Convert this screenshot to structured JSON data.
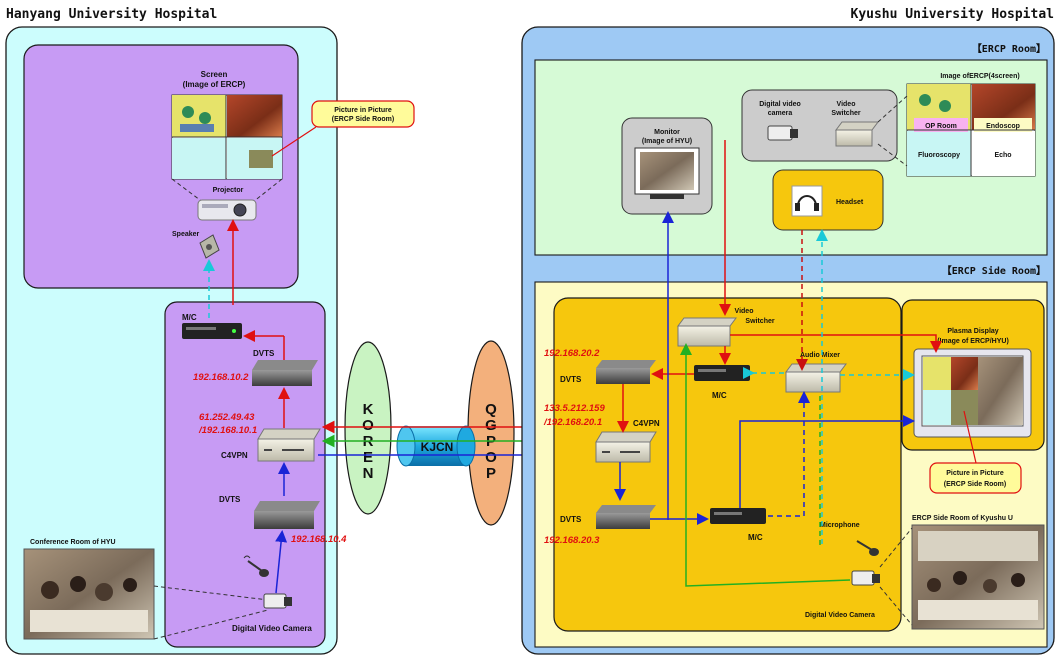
{
  "hyu": {
    "title": "Hanyang University Hospital",
    "screen_label_1": "Screen",
    "screen_label_2": "(Image of ERCP)",
    "pip_callout_1": "Picture in Picture",
    "pip_callout_2": "(ERCP Side Room)",
    "projector": "Projector",
    "speaker": "Speaker",
    "mc": "M/C",
    "dvts_top": "DVTS",
    "dvts_top_ip": "192.168.10.2",
    "c4vpn_ip_1": "61.252.49.43",
    "c4vpn_ip_2": "/192.168.10.1",
    "c4vpn": "C4VPN",
    "dvts_bottom": "DVTS",
    "dvts_bottom_ip": "192.168.10.4",
    "conference_room": "Conference Room of HYU",
    "camera": "Digital Video Camera"
  },
  "network": {
    "koren": "KOREN",
    "kjcn": "KJCN",
    "qgpop": "QGPOP"
  },
  "kyushu": {
    "title": "Kyushu University Hospital",
    "ercp_room": "【ERCP Room】",
    "side_room": "【ERCP Side Room】",
    "monitor_1": "Monitor",
    "monitor_2": "(Image of HYU)",
    "dv_camera_1": "Digital video",
    "dv_camera_2": "camera",
    "video_switcher_1": "Video",
    "video_switcher_2": "Switcher",
    "image_4screen": "Image ofERCP(4screen)",
    "op_room": "OP Room",
    "endoscope": "Endoscop",
    "fluoroscopy": "Fluoroscopy",
    "echo": "Echo",
    "headset": "Headset",
    "side_video_switcher_1": "Video",
    "side_video_switcher_2": "Switcher",
    "plasma_1": "Plasma Display",
    "plasma_2": "(Image of ERCP/HYU)",
    "dvts_top": "DVTS",
    "dvts_top_ip": "192.168.20.2",
    "mc_top": "M/C",
    "audio_mixer": "Audio Mixer",
    "c4vpn_ip_1": "133.5.212.159",
    "c4vpn_ip_2": "/192.168.20.1",
    "c4vpn": "C4VPN",
    "dvts_bottom": "DVTS",
    "dvts_bottom_ip": "192.168.20.3",
    "mc_bottom": "M/C",
    "microphone": "Microphone",
    "pip_callout_1": "Picture in Picture",
    "pip_callout_2": "(ERCP Side Room)",
    "side_room_photo_label": "ERCP Side Room of Kyushu U",
    "camera": "Digital Video Camera"
  }
}
